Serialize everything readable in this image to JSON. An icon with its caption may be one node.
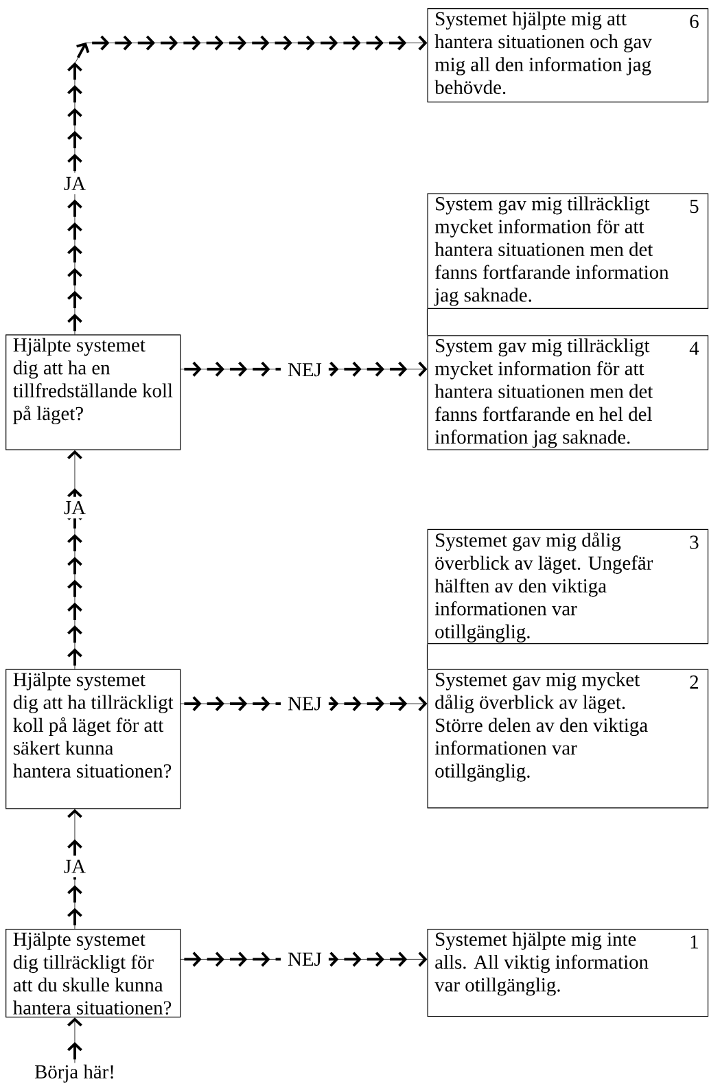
{
  "diagram": {
    "nodes": [
      {
        "text": [
          "Systemet hjälpte mig att hantera situationen och gav mig all den information jag behövde.",
          "6"
        ]
      },
      {
        "text": [
          "System gav mig tillräckligt mycket information för att hantera situationen men det fanns fortfarande information jag saknade.",
          "5"
        ]
      },
      {
        "text": [
          "Hjälpte systemet dig att ha en tillfredställande koll på läget?"
        ]
      },
      {
        "text": [
          "System gav mig tillräckligt mycket information för att hantera situationen men det fanns fortfarande en hel del information jag saknade.",
          "4"
        ]
      },
      {
        "text": [
          "Systemet gav mig dålig överblick av läget. Ungefär hälften av den viktiga informationen var otillgänglig.",
          "3"
        ]
      },
      {
        "text": [
          "Hjälpte systemet dig att ha tillräckligt koll på läget för att säkert kunna hantera situationen?"
        ]
      },
      {
        "text": [
          "Systemet gav mig mycket dålig överblick av läget. Större delen av den viktiga informationen var otillgänglig.",
          "2"
        ]
      },
      {
        "text": [
          "Hjälpte systemet dig tillräckligt för att du skulle kunna hantera situationen?"
        ]
      },
      {
        "text": [
          "Systemet hjälpte mig inte alls. All viktig information var otillgänglig.",
          "1"
        ]
      },
      {
        "text": [
          "Börja här!"
        ]
      }
    ],
    "edges": [
      {
        "from": 9,
        "to": 7,
        "arrow": "to"
      },
      {
        "from": 7,
        "to": 5,
        "arrow": "to",
        "label": "JA"
      },
      {
        "from": 5,
        "to": 2,
        "arrow": "to",
        "label": "JA"
      },
      {
        "from": 2,
        "to": 0,
        "arrow": "to",
        "label": "JA"
      },
      {
        "from": 7,
        "to": 8,
        "arrow": "to",
        "label": "NEJ"
      },
      {
        "from": 5,
        "to": 6,
        "arrow": "to",
        "label": "NEJ"
      },
      {
        "from": 2,
        "to": 3,
        "arrow": "to",
        "label": "NEJ"
      },
      {
        "from": 1,
        "to": 3,
        "arrow": "none"
      },
      {
        "from": 4,
        "to": 6,
        "arrow": "none"
      }
    ]
  }
}
